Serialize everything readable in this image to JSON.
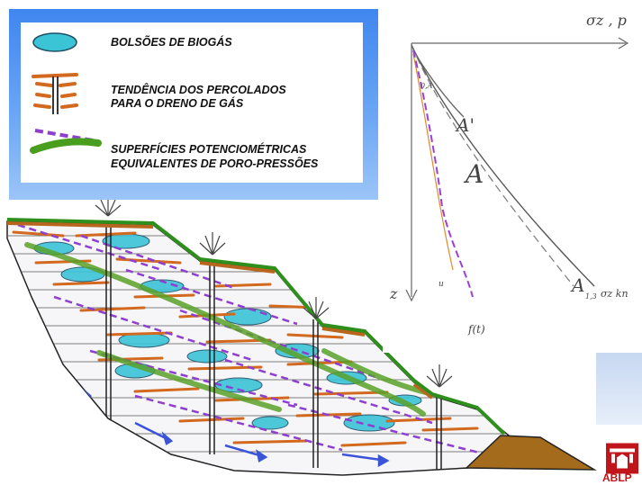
{
  "legend": {
    "items": [
      {
        "label": "BOLSÕES DE BIOGÁS",
        "icon": "biogas-pocket-icon",
        "color": "#3bc4d6"
      },
      {
        "label_line1": "TENDÊNCIA DOS PERCOLADOS",
        "label_line2": "PARA O DRENO DE GÁS",
        "icon": "leachate-flow-icon",
        "color": "#d2691e"
      },
      {
        "label_line1": "SUPERFÍCIES POTENCIOMÉTRICAS",
        "label_line2": "EQUIVALENTES DE PORO-PRESSÕES",
        "icon": "potentiometric-lines-icon",
        "colors": [
          "#9b3fd9",
          "#4a9e1e"
        ]
      }
    ]
  },
  "graph": {
    "x_axis_label": "σz , p",
    "y_axis_label": "z",
    "curve_labels": {
      "a_prime": "A'",
      "a": "A",
      "a13": "A",
      "a13_subscript": "1,3",
      "a13_suffix": "σz kn",
      "small_label": "0,A",
      "u_label": "u",
      "f_label": "f(t)"
    }
  },
  "logo": {
    "text": "ABLP",
    "color": "#c0161b"
  },
  "colors": {
    "grass": "#2f8f1c",
    "berm": "#b8661e",
    "biogas": "#3bc4d6",
    "leachate": "#d2691e",
    "purple": "#8e3fd0",
    "green_line": "#5aa12a",
    "blue_arrow": "#3a54d8",
    "toe_soil": "#a56b1c"
  }
}
